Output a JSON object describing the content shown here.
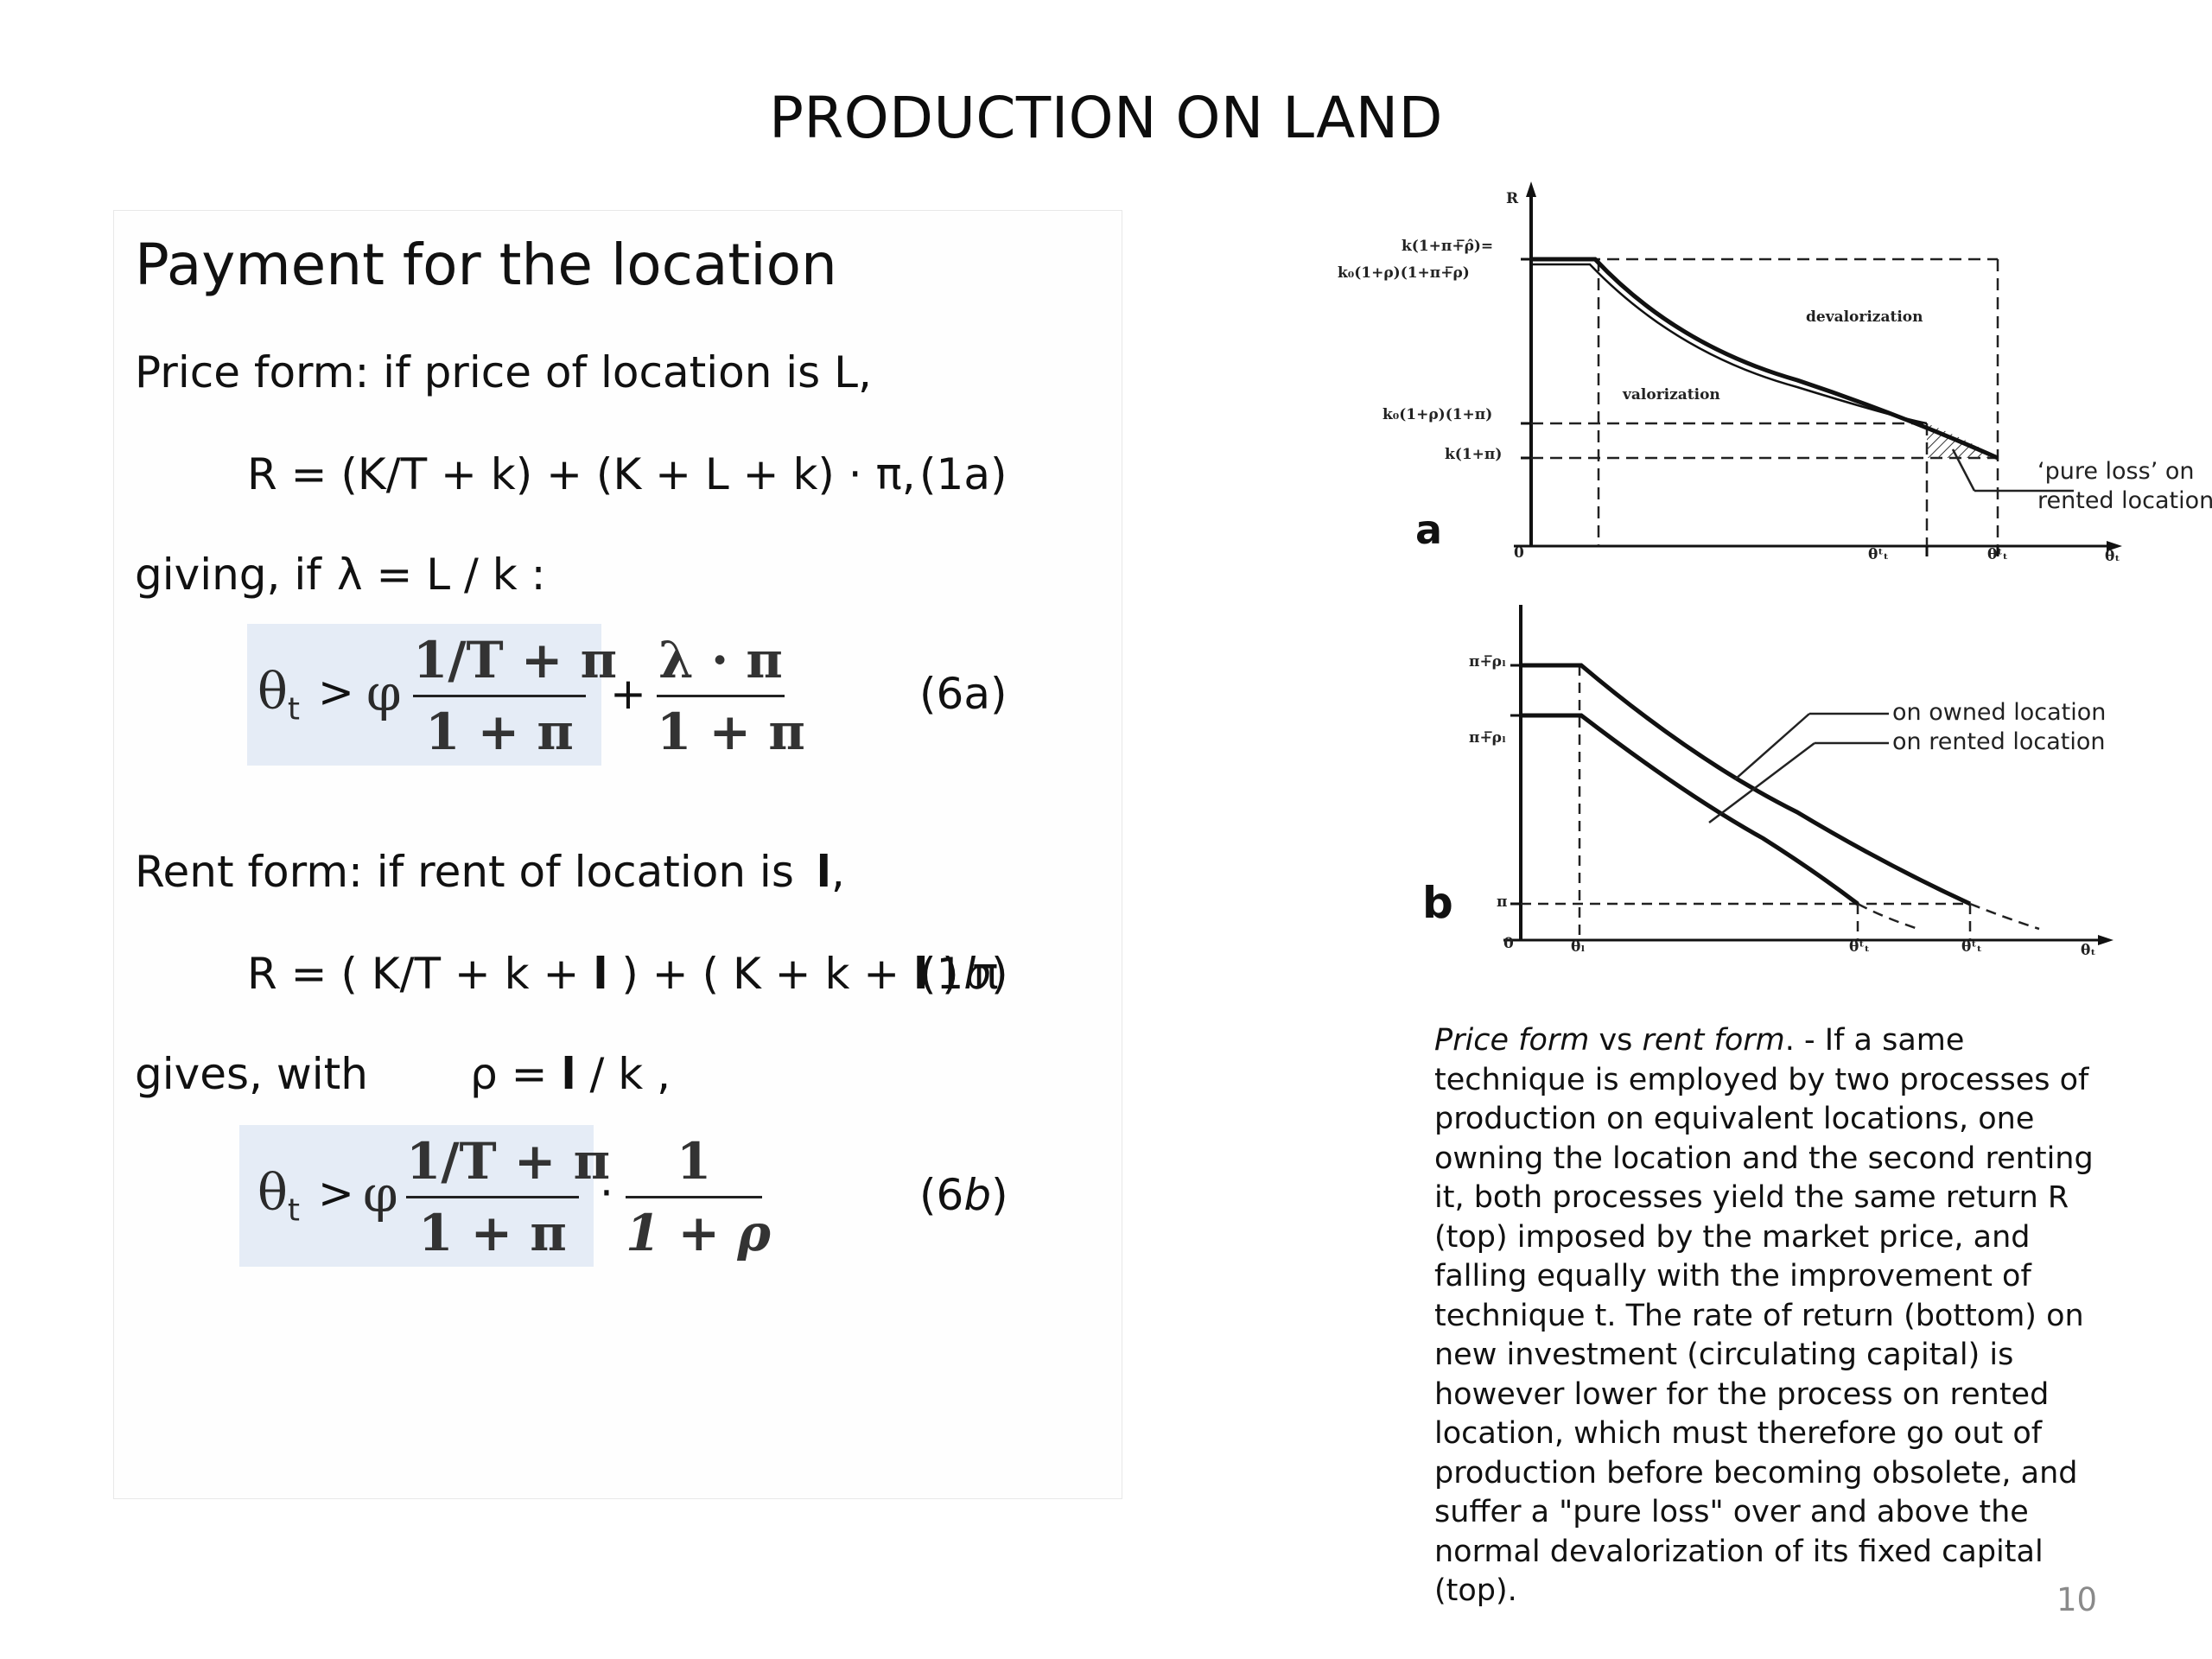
{
  "slide": {
    "title": "PRODUCTION ON LAND",
    "page_number": "10"
  },
  "left": {
    "heading": "Payment for the location",
    "price_intro": "Price  form: if price of location is L,",
    "eq1a": "R = (K/T + k) + (K + L + k) · π,",
    "eq1a_num": "(1a)",
    "giving": "giving, if",
    "lambda_def": "λ = L / k  :",
    "eq6a": {
      "lhs": "θ",
      "lhs_sub": "t",
      "gt": ">",
      "phi": "φ",
      "num1": "1/T + π",
      "den1": "1 + π",
      "plus": "+",
      "num2": "λ · π",
      "den2": "1 + π",
      "label": "(6a)"
    },
    "rent_intro": "Rent form: if rent of location is",
    "rent_symbol": "l",
    "rent_comma": ",",
    "eq1b_a": "R = ( K/T + k +",
    "eq1b_b": ") + ( K + k +",
    "eq1b_c": ") π",
    "eq1b_num_open": "(1",
    "eq1b_num_b": "b",
    "eq1b_num_close": ")",
    "gives": "gives, with",
    "rho_def_a": "ρ =",
    "rho_def_b": "/ k    ,",
    "eq6b": {
      "lhs": "θ",
      "lhs_sub": "t",
      "gt": ">",
      "phi": "φ",
      "num1": "1/T + π",
      "den1": "1 + π",
      "dot": "·",
      "num2": "1",
      "den2": "1 + ρ",
      "label_open": "(6",
      "label_b": "b",
      "label_close": ")"
    }
  },
  "figure_a": {
    "panel_label": "a",
    "y_axis": "R",
    "y_tick_top_1": "k(1+π+̅ρ̂)=",
    "y_tick_top_2": "k₀(1+ρ)(1+π+̅ρ)",
    "y_tick_mid_1": "k₀(1+ρ)(1+π)",
    "y_tick_mid_2": "k(1+π)",
    "region_top": "devalorization",
    "region_bottom": "valorization",
    "origin": "0",
    "x_tick_1": "θᵗₜ",
    "x_tick_2": "θᵗₜ",
    "x_axis": "θₜ",
    "annotation_1": "‘pure loss’ on",
    "annotation_2": "rented location"
  },
  "figure_b": {
    "panel_label": "b",
    "y_tick_1": "π+̅ρₗ",
    "y_tick_2": "π+̅ρₗ",
    "y_tick_3": "π",
    "origin": "0",
    "x_tick_0": "θₗ",
    "x_tick_1": "θᵗₜ",
    "x_tick_2": "θᵗₜ",
    "x_axis": "θₜ",
    "legend_1": "on owned location",
    "legend_2": "on rented location"
  },
  "caption": {
    "lead_italic_1": "Price form",
    "lead_vs": " vs ",
    "lead_italic_2": "rent form",
    "body": ". - If a same technique is employed by two processes of production on equivalent locations, one owning the location and the second renting it, both processes yield the same return R (top) imposed by the market price, and falling equally with the improvement of technique t. The rate of return (bottom) on new investment (circulating capital) is however lower for the process on rented location, which must therefore go out of production before becoming obsolete, and suffer a \"pure loss\" over and above the normal devalorization of its fixed capital (top)."
  }
}
